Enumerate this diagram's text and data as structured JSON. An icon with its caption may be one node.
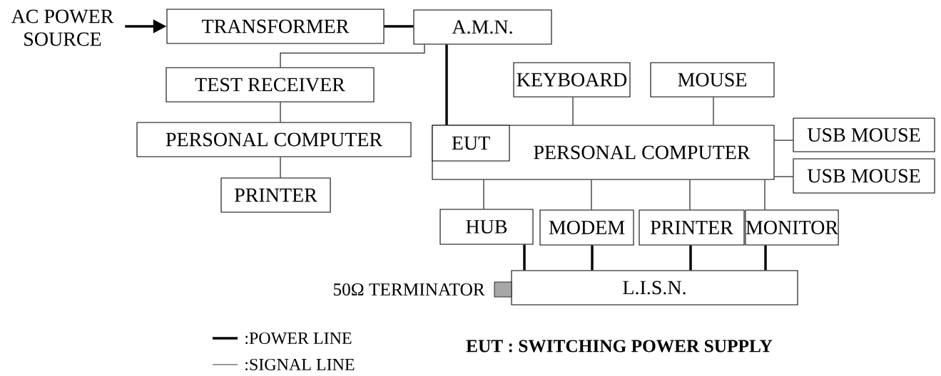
{
  "diagram": {
    "nodes": [
      {
        "text": [
          "AC POWER SOURCE"
        ]
      },
      {
        "text": [
          "TRANSFORMER"
        ]
      },
      {
        "text": [
          "A.M.N."
        ]
      },
      {
        "text": [
          "TEST RECEIVER"
        ]
      },
      {
        "text": [
          "PERSONAL COMPUTER"
        ]
      },
      {
        "text": [
          "PRINTER"
        ]
      },
      {
        "text": [
          "KEYBOARD"
        ]
      },
      {
        "text": [
          "MOUSE"
        ]
      },
      {
        "text": [
          "PERSONAL COMPUTER"
        ]
      },
      {
        "text": [
          "EUT"
        ],
        "in": 8
      },
      {
        "text": [
          "USB MOUSE"
        ]
      },
      {
        "text": [
          "USB MOUSE"
        ]
      },
      {
        "text": [
          "HUB"
        ]
      },
      {
        "text": [
          "MODEM"
        ]
      },
      {
        "text": [
          "PRINTER"
        ]
      },
      {
        "text": [
          "MONITOR"
        ]
      },
      {
        "text": [
          "L.I.S.N."
        ]
      },
      {
        "text": [],
        "shape": "box",
        "beside": [
          "50Ω TERMINATOR"
        ]
      }
    ],
    "edges": [
      {
        "from": 0,
        "to": 1,
        "arrow": "to",
        "style": "thick"
      },
      {
        "from": 1,
        "to": 2,
        "arrow": "none",
        "style": "thick"
      },
      {
        "from": 2,
        "to": 3,
        "arrow": "none"
      },
      {
        "from": 3,
        "to": 4,
        "arrow": "none"
      },
      {
        "from": 4,
        "to": 5,
        "arrow": "none"
      },
      {
        "from": 2,
        "to": 9,
        "arrow": "none",
        "style": "thick"
      },
      {
        "from": 6,
        "to": 8,
        "arrow": "none"
      },
      {
        "from": 7,
        "to": 8,
        "arrow": "none"
      },
      {
        "from": 8,
        "to": 10,
        "arrow": "none"
      },
      {
        "from": 8,
        "to": 11,
        "arrow": "none"
      },
      {
        "from": 8,
        "to": 12,
        "arrow": "none"
      },
      {
        "from": 8,
        "to": 13,
        "arrow": "none"
      },
      {
        "from": 8,
        "to": 14,
        "arrow": "none"
      },
      {
        "from": 8,
        "to": 15,
        "arrow": "none"
      },
      {
        "from": 12,
        "to": 16,
        "arrow": "none",
        "style": "thick"
      },
      {
        "from": 13,
        "to": 16,
        "arrow": "none",
        "style": "thick"
      },
      {
        "from": 14,
        "to": 16,
        "arrow": "none",
        "style": "thick"
      },
      {
        "from": 15,
        "to": 16,
        "arrow": "none",
        "style": "thick"
      }
    ],
    "labels": [
      "EUT : SWITCHING POWER SUPPLY"
    ],
    "legend": [
      {
        "text": ":POWER LINE"
      },
      {
        "text": ":SIGNAL LINE"
      }
    ]
  }
}
